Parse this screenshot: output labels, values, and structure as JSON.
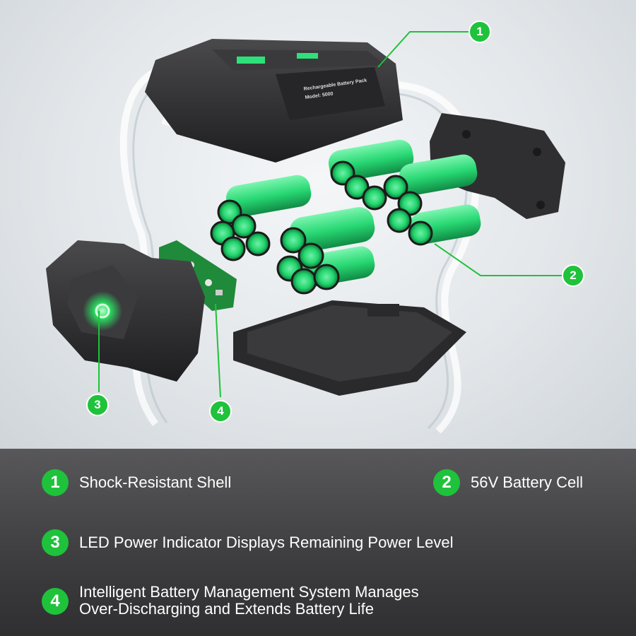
{
  "callouts": [
    {
      "number": "1"
    },
    {
      "number": "2"
    },
    {
      "number": "3"
    },
    {
      "number": "4"
    }
  ],
  "product": {
    "label_line1": "Rechargeable Battery Pack",
    "label_line2": "Model: 5000"
  },
  "legend": {
    "items": [
      {
        "number": "1",
        "text": "Shock-Resistant Shell"
      },
      {
        "number": "2",
        "text": "56V Battery Cell"
      },
      {
        "number": "3",
        "text": "LED Power Indicator Displays Remaining Power Level"
      },
      {
        "number": "4",
        "line1": "Intelligent Battery Management System Manages",
        "line2": "Over-Discharging and Extends Battery Life"
      }
    ]
  },
  "colors": {
    "accent": "#1fc23b",
    "cell_green": "#2ee07a",
    "housing": "#2b2b2d",
    "legend_bg": "#454547"
  }
}
